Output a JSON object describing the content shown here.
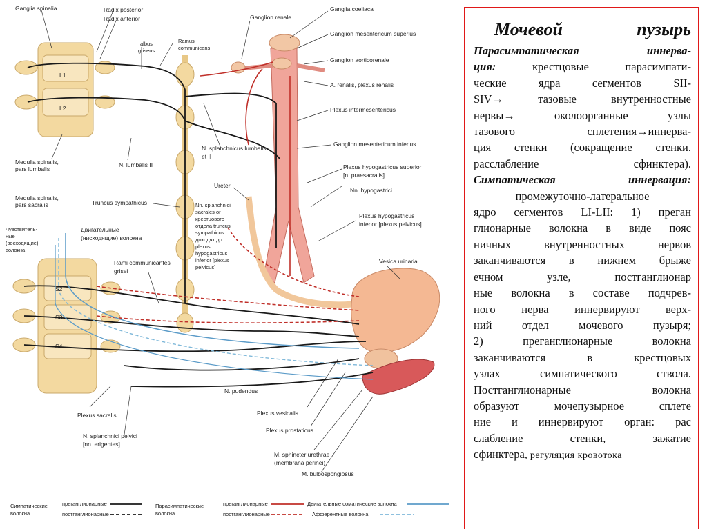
{
  "diagram": {
    "labels": {
      "ganglia_spinalia": "Ganglia spinalia",
      "radix_posterior": "Radix posterior",
      "radix_anterior": "Radix anterior",
      "albus": "albus",
      "griseus": "griseus",
      "ramus": "Ramus",
      "communicans": "communicans",
      "ganglion_renale": "Ganglion renale",
      "ganglia_coeliaca": "Ganglia coeliaca",
      "ganglion_mes_sup": "Ganglion mesentericum superius",
      "ganglion_aorticorenale": "Ganglion aorticorenale",
      "a_renalis": "A. renalis, plexus renalis",
      "plexus_intermes": "Plexus intermesentericus",
      "ganglion_mes_inf": "Ganglion mesentericum inferius",
      "l1": "L1",
      "l2": "L2",
      "medulla_lumbalis_1": "Medulla spinalis,",
      "medulla_lumbalis_2": "pars lumbalis",
      "n_lumbalis": "N. lumbalis II",
      "n_splanch_lumb_1": "N. splanchnicus lumbalis",
      "n_splanch_lumb_2": "et II",
      "plexus_hypo_sup_1": "Plexus hypogastricus superior",
      "plexus_hypo_sup_2": "[n. praesacralis]",
      "n_hypogastrici": "Nn. hypogastrici",
      "ureter": "Ureter",
      "medulla_sacralis_1": "Medulla  spinalis,",
      "medulla_sacralis_2": "pars sacralis",
      "truncus": "Truncus sympathicus",
      "nn_splanchnici_block": [
        "Nn. splanchnici",
        "sacrales or",
        "крестцового",
        "отдела truncus",
        "sympathicus",
        "доходят до",
        "plexus",
        "hypogastricus",
        "inferior [plexus",
        "pelvicus]"
      ],
      "plexus_hypo_inf_1": "Plexus hypogastricus",
      "plexus_hypo_inf_2": "inferior [plexus pelvicus]",
      "sensory_fibers": [
        "Чувствитель-",
        "ные",
        "(восходящие)",
        "волокна"
      ],
      "motor_fibers_1": "Двигательные",
      "motor_fibers_2": "(нисходящие) волокна",
      "rami_comm_1": "Rami communicantes",
      "rami_comm_2": "grisei",
      "vesica": "Vesica urinaria",
      "s2": "S2",
      "s3": "S3",
      "s4": "S4",
      "n_pudendus": "N. pudendus",
      "plexus_sacralis": "Plexus sacralis",
      "plexus_vesicalis": "Plexus vesicalis",
      "plexus_prostaticus": "Plexus prostaticus",
      "n_splanch_pelvici_1": "N. splanchnici pelvici",
      "n_splanch_pelvici_2": "[nn. erigentes]",
      "sphincter_1": "M. sphincter urethrae",
      "sphincter_2": "(membrana perinei)",
      "bulbo": "M. bulbospongiosus"
    },
    "legend": {
      "sympathetic_1": "Симпатические",
      "sympathetic_2": "волокна",
      "pre": "преганглионарные",
      "post": "постганглионарные",
      "parasympathetic_1": "Парасимпатические",
      "parasympathetic_2": "волокна",
      "pre2": "преганглионарные",
      "post2": "постганглионарные",
      "motor_somatic": "Двигательные соматические волокна",
      "afferent": "Афферентные волокна"
    },
    "colors": {
      "sympathetic": "#1a1a1a",
      "parasympathetic": "#c0302a",
      "somatic_motor": "#5b9bc8",
      "afferent": "#7fb8d9",
      "bone": "#f3d9a0",
      "bladder": "#f4b893",
      "muscle": "#d8595a",
      "aorta": "#f0a59a"
    }
  },
  "panel": {
    "title_word1": "Мочевой",
    "title_word2": "пузырь",
    "lines": [
      {
        "type": "bi",
        "text": "Парасимпатическая иннерва-"
      },
      {
        "type": "mixed",
        "bi": "ция:",
        "text": " крестцовые парасимпати-"
      },
      {
        "type": "plain",
        "text": "ческие ядра сегментов SII-"
      },
      {
        "type": "plain",
        "text": "SIV→ тазовые внутренностные"
      },
      {
        "type": "plain",
        "text": "нервы→ околоорганные узлы"
      },
      {
        "type": "plain",
        "text": "тазового сплетения→иннерва-"
      },
      {
        "type": "plain",
        "text": "ция стенки (сокращение стенки."
      },
      {
        "type": "plain",
        "text": "расслабление сфинктера)."
      },
      {
        "type": "bi",
        "text": "Симпатическая иннервация:"
      },
      {
        "type": "center",
        "text": "промежуточно-латеральное"
      },
      {
        "type": "plain",
        "text": "ядро сегментов LI-LII: 1) преган"
      },
      {
        "type": "plain",
        "text": "глионарные волокна в виде пояс"
      },
      {
        "type": "plain",
        "text": "ничных внутренностных нервов"
      },
      {
        "type": "plain",
        "text": "заканчиваются в нижнем брыже"
      },
      {
        "type": "plain",
        "text": "ечном узле, постганглионар"
      },
      {
        "type": "plain",
        "text": "ные волокна в составе подчрев-"
      },
      {
        "type": "plain",
        "text": "ного нерва иннервируют верх-"
      },
      {
        "type": "plain",
        "text": "ний отдел мочевого пузыря;"
      },
      {
        "type": "plain",
        "text": "2) преганглионарные волокна"
      },
      {
        "type": "plain",
        "text": "заканчиваются в крестцовых"
      },
      {
        "type": "plain",
        "text": "узлах симпатического ствола."
      },
      {
        "type": "plain",
        "text": "Постганглионарные волокна"
      },
      {
        "type": "plain",
        "text": "образуют мочепузырное сплете"
      },
      {
        "type": "plain",
        "text": "ние и иннервируют орган: рас"
      },
      {
        "type": "plain",
        "text": "слабление стенки, зажатие"
      },
      {
        "type": "mixedsmall",
        "text": " сфинктера,",
        "small": " регуляция кровотока"
      }
    ]
  }
}
